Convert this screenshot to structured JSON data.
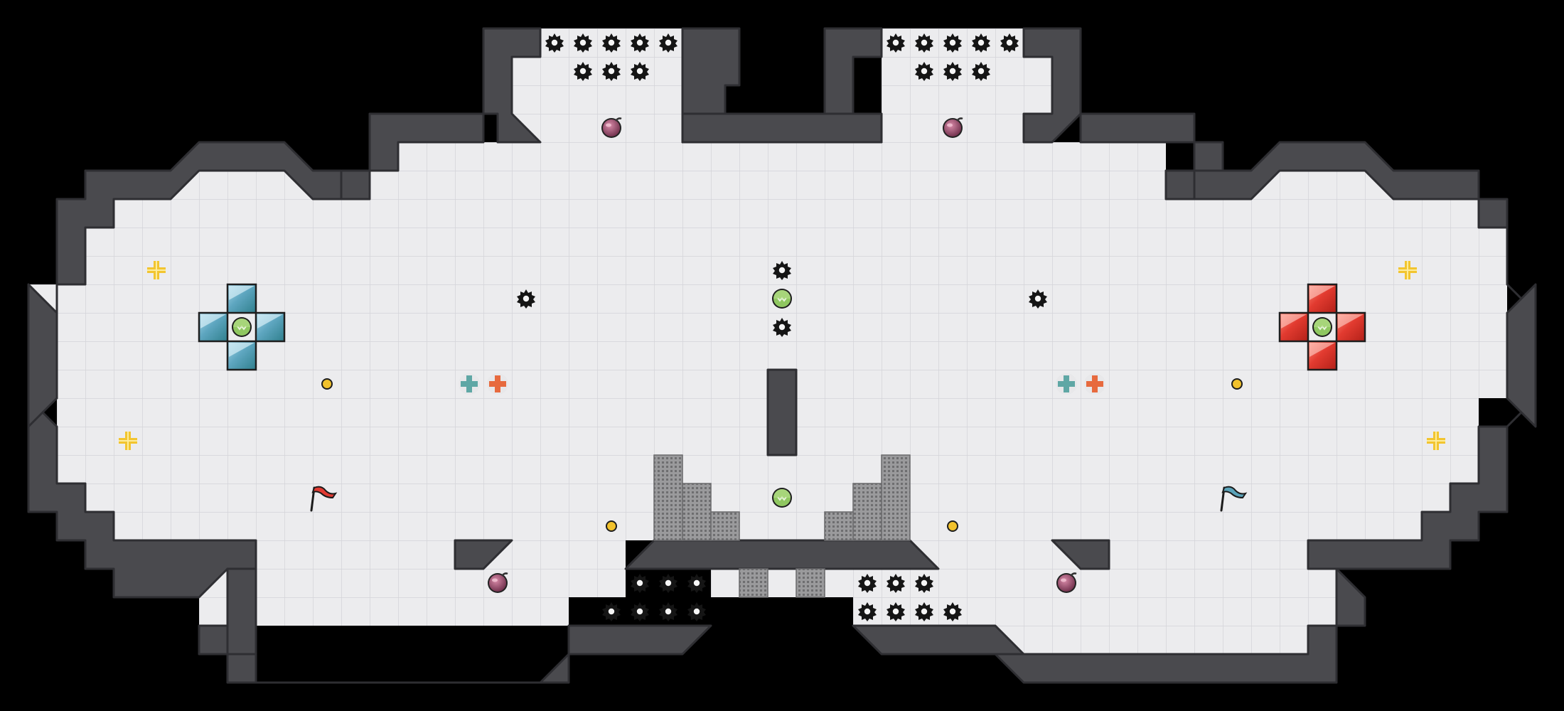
{
  "game": {
    "title": "",
    "tile_size_px": 40,
    "colors": {
      "background": "#000000",
      "floor": "#ececee",
      "floor_grid": "#d2d2d6",
      "wall": "#4a4a4e",
      "wall_edge": "#2e2e32",
      "grate": "#8c8c8e",
      "spike": "#151515",
      "team_blue": "#5aa2b8",
      "team_red": "#e03a32",
      "portal_teal": "#5fa7a5",
      "portal_orange": "#e76a3e",
      "boost": "#f2c530",
      "bomb": "#9a4a6d",
      "powerup_gate": "#7fc35a",
      "pellet": "#f2c22c"
    },
    "legend": {
      "spike-icon": "hazard",
      "bomb-icon": "bomb",
      "boost-icon": "speed boost",
      "portal-icon": "portal",
      "flag-icon": "flag",
      "gate-icon": "powerup",
      "pellet-icon": "token"
    }
  }
}
